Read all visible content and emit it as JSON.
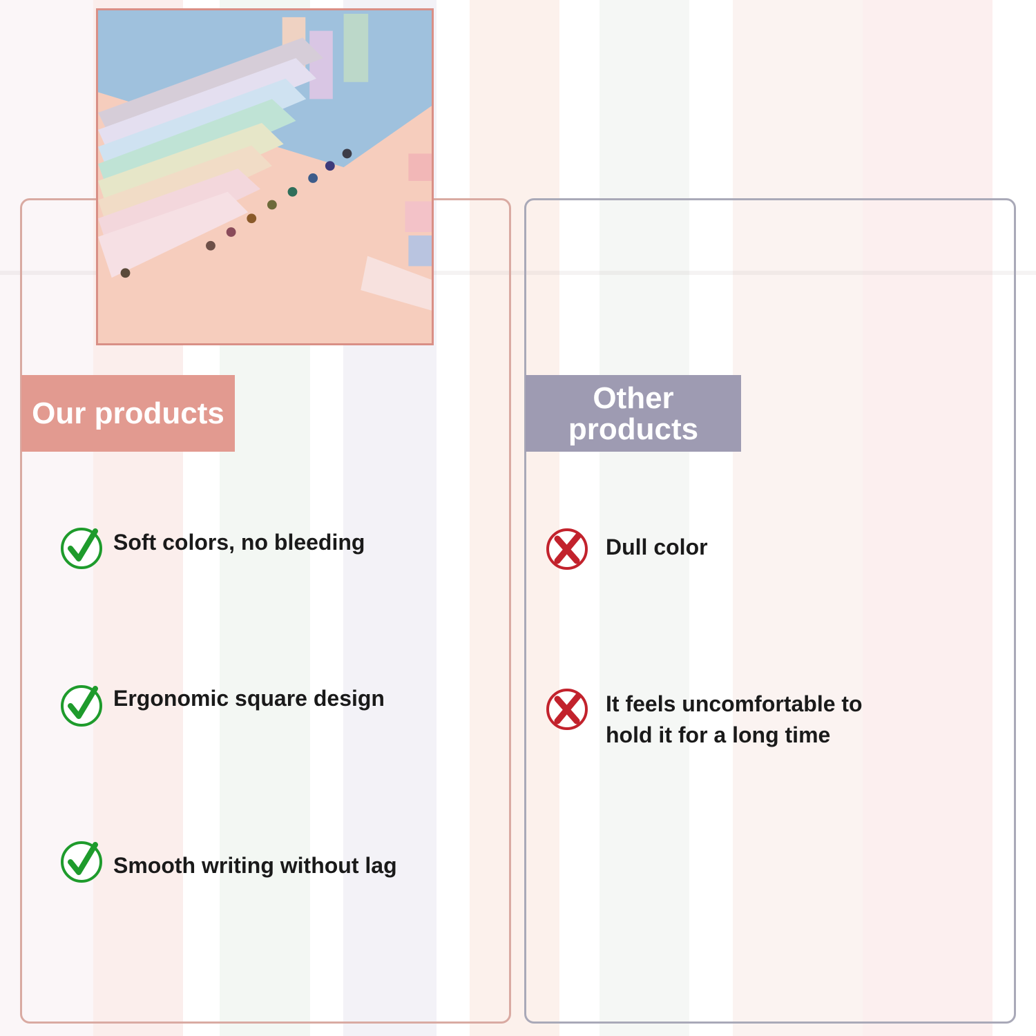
{
  "ours": {
    "title": "Our products",
    "features": [
      "Soft colors, no bleeding",
      "Ergonomic square design",
      "Smooth writing without lag"
    ]
  },
  "other": {
    "title": "Other products",
    "features": [
      "Dull color",
      "It feels uncomfortable to hold it for a long time"
    ]
  },
  "icons": {
    "positive": "green-check-circle-icon",
    "negative": "red-x-circle-icon"
  },
  "colors": {
    "ours_accent": "#e29a90",
    "other_accent": "#9e9bb2",
    "check_green": "#1e9b2c",
    "cross_red": "#c2222c"
  }
}
